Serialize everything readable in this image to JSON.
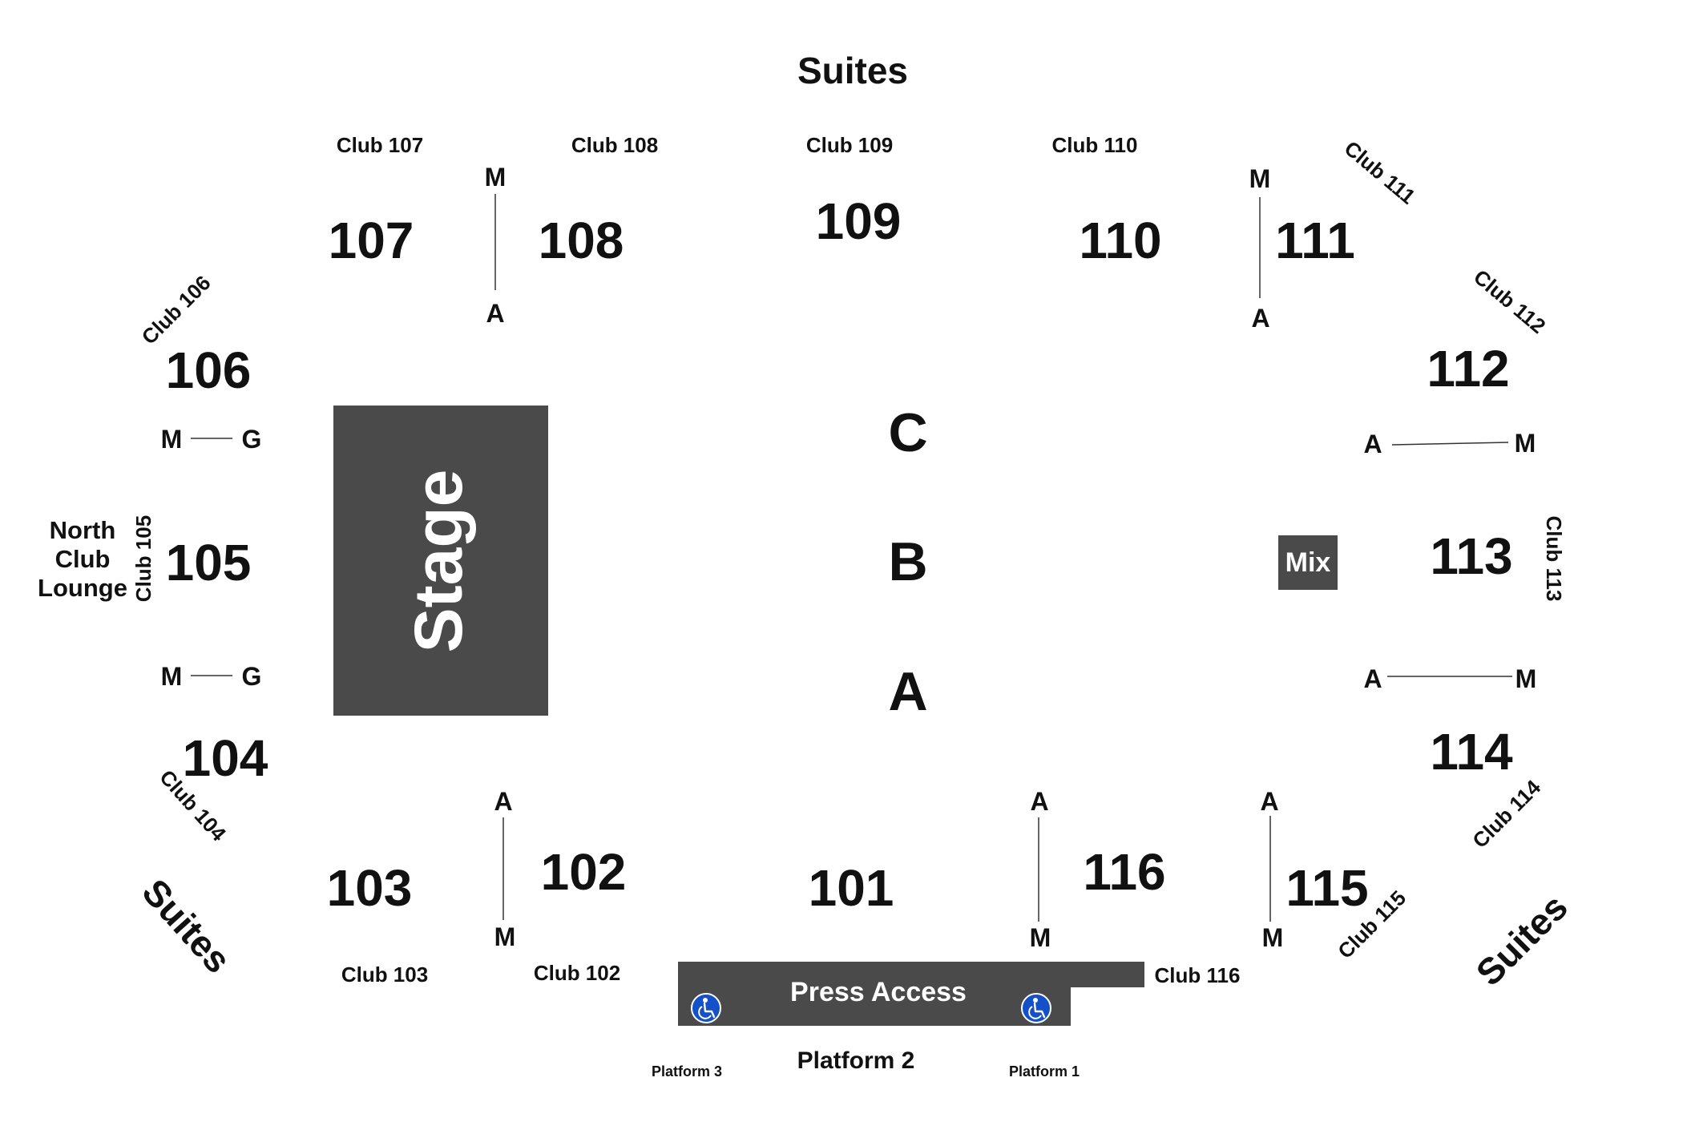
{
  "labels": {
    "suites_top": "Suites",
    "suites_left": "Suites",
    "suites_right": "Suites",
    "stage": "Stage",
    "mix": "Mix",
    "press_access": "Press Access",
    "north_club_lounge": [
      "North",
      "Club",
      "Lounge"
    ],
    "platform_1": "Platform 1",
    "platform_2": "Platform 2",
    "platform_3": "Platform 3"
  },
  "sections": {
    "s101": "101",
    "s102": "102",
    "s103": "103",
    "s104": "104",
    "s105": "105",
    "s106": "106",
    "s107": "107",
    "s108": "108",
    "s109": "109",
    "s110": "110",
    "s111": "111",
    "s112": "112",
    "s113": "113",
    "s114": "114",
    "s115": "115",
    "s116": "116"
  },
  "clubs": {
    "c102": "Club 102",
    "c103": "Club 103",
    "c104": "Club 104",
    "c105": "Club 105",
    "c106": "Club 106",
    "c107": "Club 107",
    "c108": "Club 108",
    "c109": "Club 109",
    "c110": "Club 110",
    "c111": "Club 111",
    "c112": "Club 112",
    "c113": "Club 113",
    "c114": "Club 114",
    "c115": "Club 115",
    "c116": "Club 116"
  },
  "floor_rows": {
    "c": "C",
    "b": "B",
    "a": "A"
  },
  "row_markers": {
    "m": "M",
    "a": "A",
    "g": "G"
  },
  "colors": {
    "block_fill": "#4a4a4a",
    "accessible_blue": "#1450c8"
  },
  "icons": {
    "accessible": "wheelchair-icon"
  }
}
